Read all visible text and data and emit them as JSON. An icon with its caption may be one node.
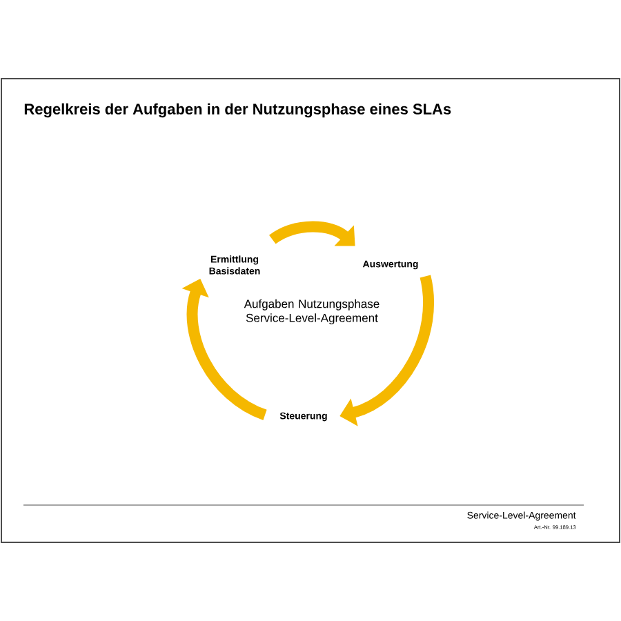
{
  "diagram": {
    "title": "Regelkreis der Aufgaben in der Nutzungsphase eines SLAs",
    "nodes": [
      {
        "text": [
          "Ermittlung Basisdaten"
        ]
      },
      {
        "text": [
          "Auswertung"
        ]
      },
      {
        "text": [
          "Steuerung"
        ]
      }
    ],
    "edges": [
      {
        "from": 0,
        "to": 1,
        "arrow": "to"
      },
      {
        "from": 1,
        "to": 2,
        "arrow": "to"
      },
      {
        "from": 2,
        "to": 0,
        "arrow": "to"
      }
    ],
    "labels": [
      "Aufgaben Nutzungsphase Service-Level-Agreement",
      "Service-Level-Agreement",
      "Art.-Nr. 99.189.13"
    ]
  }
}
